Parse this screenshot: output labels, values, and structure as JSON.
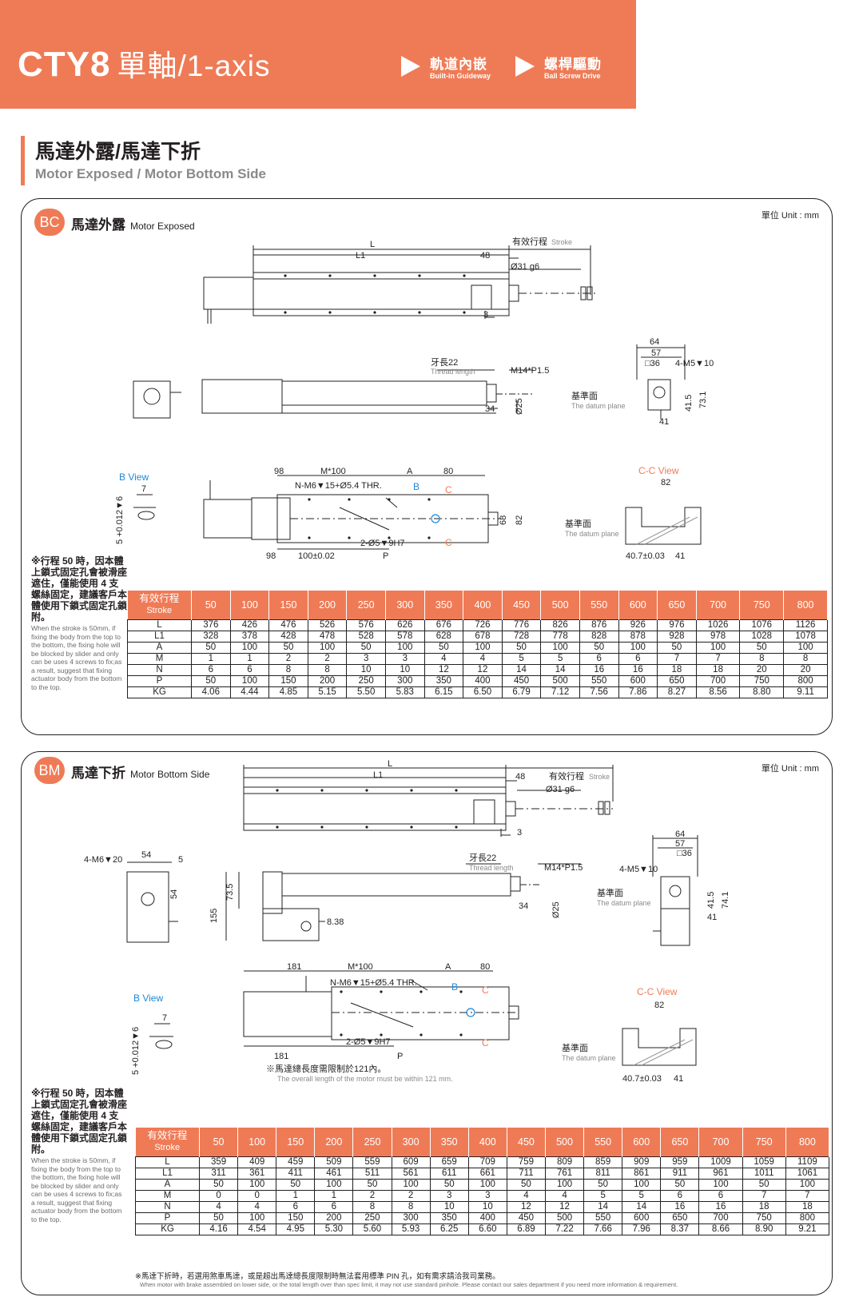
{
  "header": {
    "model": "CTY8",
    "axis": "單軸/1-axis",
    "tags": [
      {
        "zh": "軌道內嵌",
        "en": "Built-in Guideway"
      },
      {
        "zh": "螺桿驅動",
        "en": "Ball Screw Drive"
      }
    ],
    "accent": "#ef7b56"
  },
  "section": {
    "zh": "馬達外露/馬達下折",
    "en": "Motor Exposed / Motor Bottom Side"
  },
  "bc": {
    "unit": "單位 Unit : mm",
    "badge": "BC",
    "title_zh": "馬達外露",
    "title_en": "Motor Exposed",
    "labels": {
      "L": "L",
      "L1": "L1",
      "d48": "48",
      "stroke_zh": "有效行程",
      "stroke_en": "Stroke",
      "d31": "Ø31 g6",
      "d3": "3",
      "thread_zh": "牙長22",
      "thread_en": "Thread length",
      "m14": "M14*P1.5",
      "d34": "34",
      "d25": "Ø25",
      "datum_zh": "基準面",
      "datum_en": "The datum plane",
      "r64": "64",
      "r57": "57",
      "r36": "□36",
      "m5": "4-M5▼10",
      "r415": "41.5",
      "r731": "73.1",
      "r41": "41",
      "bview": "B View",
      "b7": "7",
      "b5": "5 +0.012▼6\n0",
      "d98": "98",
      "m100": "M*100",
      "dA": "A",
      "d80": "80",
      "nm6": "N-M6▼15+Ø5.4 THR.",
      "cB": "B",
      "cC": "C",
      "d68": "68",
      "d82": "82",
      "o5": "2-Ø5▼9H7",
      "d98b": "98",
      "d100": "100±0.02",
      "dP": "P",
      "ccview": "C-C View",
      "cc82": "82",
      "cc407": "40.7±0.03",
      "cc41": "41"
    },
    "note_zh": "※行程 50 時，因本體上鎖式固定孔會被滑座遮住，僅能使用 4 支螺絲固定，建議客戶本體使用下鎖式固定孔鎖附。",
    "note_en": "When the stroke is 50mm, if fixing the body from the top to the bottom, the fixing hole will be blocked by slider and only can be uses 4 screws to fix;as a result, suggest that fixing actuator body from the bottom to the top.",
    "table": {
      "head_zh": "有效行程",
      "head_en": "Stroke",
      "strokes": [
        "50",
        "100",
        "150",
        "200",
        "250",
        "300",
        "350",
        "400",
        "450",
        "500",
        "550",
        "600",
        "650",
        "700",
        "750",
        "800"
      ],
      "rows": [
        {
          "name": "L",
          "values": [
            "376",
            "426",
            "476",
            "526",
            "576",
            "626",
            "676",
            "726",
            "776",
            "826",
            "876",
            "926",
            "976",
            "1026",
            "1076",
            "1126"
          ]
        },
        {
          "name": "L1",
          "values": [
            "328",
            "378",
            "428",
            "478",
            "528",
            "578",
            "628",
            "678",
            "728",
            "778",
            "828",
            "878",
            "928",
            "978",
            "1028",
            "1078"
          ]
        },
        {
          "name": "A",
          "values": [
            "50",
            "100",
            "50",
            "100",
            "50",
            "100",
            "50",
            "100",
            "50",
            "100",
            "50",
            "100",
            "50",
            "100",
            "50",
            "100"
          ]
        },
        {
          "name": "M",
          "values": [
            "1",
            "1",
            "2",
            "2",
            "3",
            "3",
            "4",
            "4",
            "5",
            "5",
            "6",
            "6",
            "7",
            "7",
            "8",
            "8"
          ]
        },
        {
          "name": "N",
          "values": [
            "6",
            "6",
            "8",
            "8",
            "10",
            "10",
            "12",
            "12",
            "14",
            "14",
            "16",
            "16",
            "18",
            "18",
            "20",
            "20"
          ]
        },
        {
          "name": "P",
          "values": [
            "50",
            "100",
            "150",
            "200",
            "250",
            "300",
            "350",
            "400",
            "450",
            "500",
            "550",
            "600",
            "650",
            "700",
            "750",
            "800"
          ]
        },
        {
          "name": "KG",
          "values": [
            "4.06",
            "4.44",
            "4.85",
            "5.15",
            "5.50",
            "5.83",
            "6.15",
            "6.50",
            "6.79",
            "7.12",
            "7.56",
            "7.86",
            "8.27",
            "8.56",
            "8.80",
            "9.11"
          ]
        }
      ]
    }
  },
  "bm": {
    "unit": "單位 Unit : mm",
    "badge": "BM",
    "title_zh": "馬達下折",
    "title_en": "Motor Bottom Side",
    "labels": {
      "L": "L",
      "L1": "L1",
      "d48": "48",
      "stroke_zh": "有效行程",
      "stroke_en": "Stroke",
      "d31": "Ø31 g6",
      "d3": "3",
      "m6": "4-M6▼20",
      "d54": "54",
      "d5": "5",
      "d54v": "54",
      "d155": "155",
      "d735": "73.5",
      "d838": "8.38",
      "thread_zh": "牙長22",
      "thread_en": "Thread length",
      "m14": "M14*P1.5",
      "d34": "34",
      "d25": "Ø25",
      "datum_zh": "基準面",
      "datum_en": "The datum plane",
      "r64": "64",
      "r57": "57",
      "r36": "□36",
      "m5": "4-M5▼10",
      "r415": "41.5",
      "r741": "74.1",
      "r41": "41",
      "d181": "181",
      "m100": "M*100",
      "dA": "A",
      "d80": "80",
      "nm6": "N-M6▼15+Ø5.4 THR.",
      "cB": "B",
      "cC": "C",
      "bview": "B View",
      "b7": "7",
      "b5": "5 +0.012▼6\n0",
      "o5": "2-Ø5▼9H7",
      "d181b": "181",
      "dP": "P",
      "motor_note_zh": "※馬達總長度需限制於121內。",
      "motor_note_en": "The overall length of the motor must be within 121 mm.",
      "ccview": "C-C View",
      "cc82": "82",
      "cc407": "40.7±0.03",
      "cc41": "41"
    },
    "note_zh": "※行程 50 時，因本體上鎖式固定孔會被滑座遮住，僅能使用 4 支螺絲固定，建議客戶本體使用下鎖式固定孔鎖附。",
    "note_en": "When the stroke is 50mm, if fixing the body from the top to the bottom, the fixing hole will be blocked by slider and only can be uses 4 screws to fix;as a result, suggest that fixing actuator body from the bottom to the top.",
    "table": {
      "head_zh": "有效行程",
      "head_en": "Stroke",
      "strokes": [
        "50",
        "100",
        "150",
        "200",
        "250",
        "300",
        "350",
        "400",
        "450",
        "500",
        "550",
        "600",
        "650",
        "700",
        "750",
        "800"
      ],
      "rows": [
        {
          "name": "L",
          "values": [
            "359",
            "409",
            "459",
            "509",
            "559",
            "609",
            "659",
            "709",
            "759",
            "809",
            "859",
            "909",
            "959",
            "1009",
            "1059",
            "1109"
          ]
        },
        {
          "name": "L1",
          "values": [
            "311",
            "361",
            "411",
            "461",
            "511",
            "561",
            "611",
            "661",
            "711",
            "761",
            "811",
            "861",
            "911",
            "961",
            "1011",
            "1061"
          ]
        },
        {
          "name": "A",
          "values": [
            "50",
            "100",
            "50",
            "100",
            "50",
            "100",
            "50",
            "100",
            "50",
            "100",
            "50",
            "100",
            "50",
            "100",
            "50",
            "100"
          ]
        },
        {
          "name": "M",
          "values": [
            "0",
            "0",
            "1",
            "1",
            "2",
            "2",
            "3",
            "3",
            "4",
            "4",
            "5",
            "5",
            "6",
            "6",
            "7",
            "7"
          ]
        },
        {
          "name": "N",
          "values": [
            "4",
            "4",
            "6",
            "6",
            "8",
            "8",
            "10",
            "10",
            "12",
            "12",
            "14",
            "14",
            "16",
            "16",
            "18",
            "18"
          ]
        },
        {
          "name": "P",
          "values": [
            "50",
            "100",
            "150",
            "200",
            "250",
            "300",
            "350",
            "400",
            "450",
            "500",
            "550",
            "600",
            "650",
            "700",
            "750",
            "800"
          ]
        },
        {
          "name": "KG",
          "values": [
            "4.16",
            "4.54",
            "4.95",
            "5.30",
            "5.60",
            "5.93",
            "6.25",
            "6.60",
            "6.89",
            "7.22",
            "7.66",
            "7.96",
            "8.37",
            "8.66",
            "8.90",
            "9.21"
          ]
        }
      ]
    },
    "foot_zh": "※馬達下折時，若選用煞車馬達，或是超出馬達總長度限制時無法套用標準 PIN 孔，如有需求請洽我司業務。",
    "foot_en": "When motor with brake assembled on lower side, or the total length over than spec limit, it may not use standard pinhole. Please contact our sales department if you need more information & requirement."
  }
}
